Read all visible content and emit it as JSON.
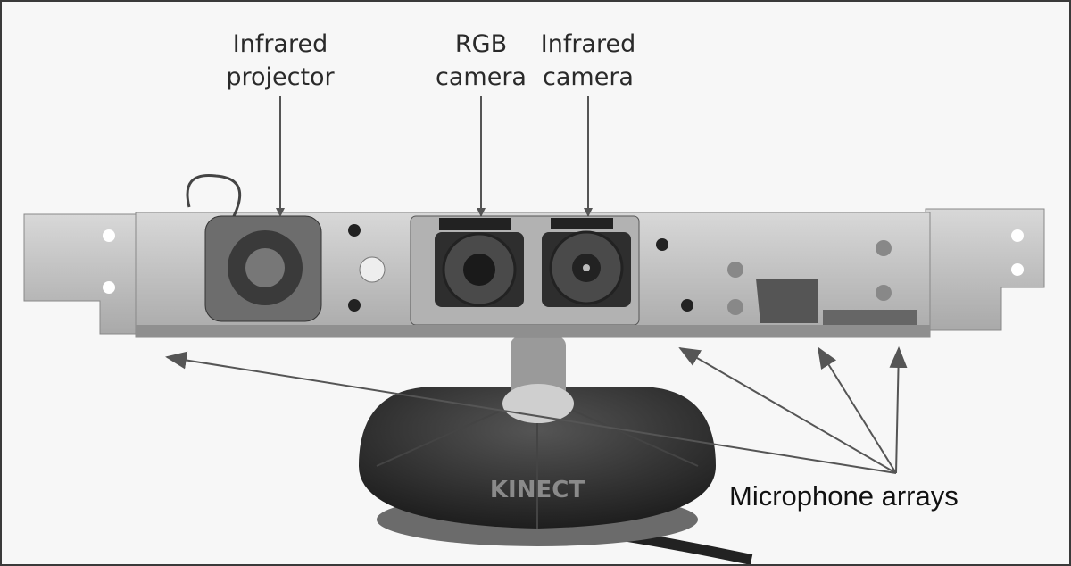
{
  "labels": {
    "infrared_projector": [
      "Infrared",
      "projector"
    ],
    "rgb_camera": [
      "RGB",
      "camera"
    ],
    "infrared_camera": [
      "Infrared",
      "camera"
    ],
    "microphone_arrays": "Microphone arrays"
  },
  "device_logo": "KINECT",
  "colors": {
    "arrow": "#555555",
    "frame": "#3a3a3a",
    "metal": "#bdbdbd",
    "base": "#2b2b2b"
  }
}
